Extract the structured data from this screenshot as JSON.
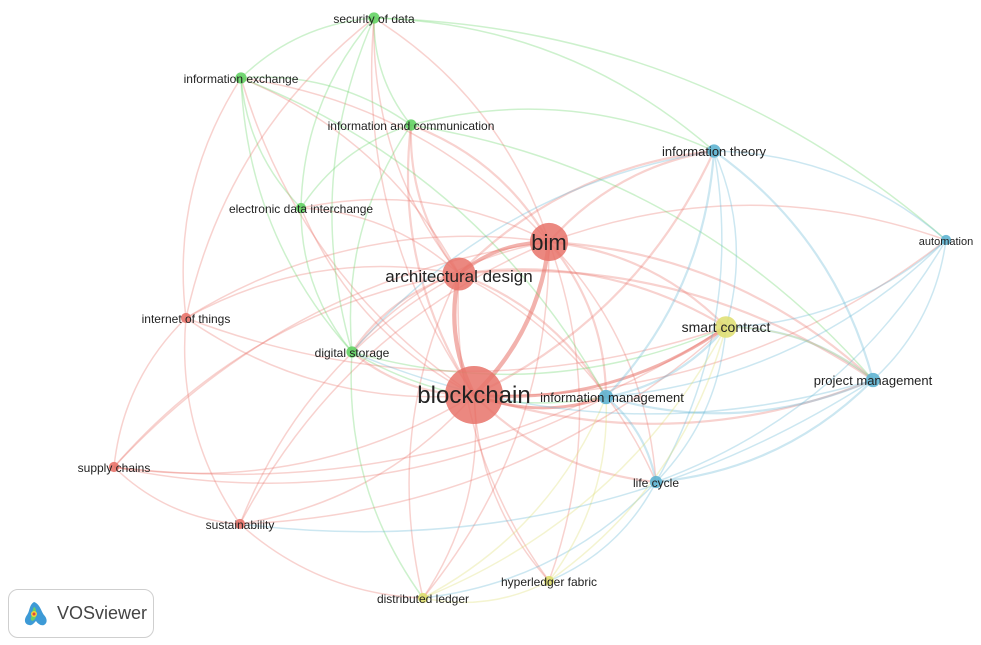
{
  "brand": {
    "name": "VOSviewer",
    "logo_icon": "vosviewer-logo-icon"
  },
  "clusters": {
    "red": "#e8736a",
    "green": "#64d264",
    "blue": "#5fb4d2",
    "yellow": "#dede6e"
  },
  "nodes": [
    {
      "id": "blockchain",
      "label": "blockchain",
      "cluster": "red",
      "weight": 1.0
    },
    {
      "id": "bim",
      "label": "bim",
      "cluster": "red",
      "weight": 0.62
    },
    {
      "id": "architectural-design",
      "label": "architectural design",
      "cluster": "red",
      "weight": 0.52
    },
    {
      "id": "internet-of-things",
      "label": "internet of things",
      "cluster": "red",
      "weight": 0.08
    },
    {
      "id": "supply-chains",
      "label": "supply chains",
      "cluster": "red",
      "weight": 0.08
    },
    {
      "id": "sustainability",
      "label": "sustainability",
      "cluster": "red",
      "weight": 0.08
    },
    {
      "id": "security-of-data",
      "label": "security of data",
      "cluster": "green",
      "weight": 0.1
    },
    {
      "id": "information-exchange",
      "label": "information exchange",
      "cluster": "green",
      "weight": 0.1
    },
    {
      "id": "information-and-communication",
      "label": "information and communication",
      "cluster": "green",
      "weight": 0.1
    },
    {
      "id": "electronic-data-interchange",
      "label": "electronic data interchange",
      "cluster": "green",
      "weight": 0.08
    },
    {
      "id": "digital-storage",
      "label": "digital storage",
      "cluster": "green",
      "weight": 0.1
    },
    {
      "id": "information-theory",
      "label": "information theory",
      "cluster": "blue",
      "weight": 0.14
    },
    {
      "id": "automation",
      "label": "automation",
      "cluster": "blue",
      "weight": 0.08
    },
    {
      "id": "project-management",
      "label": "project management",
      "cluster": "blue",
      "weight": 0.16
    },
    {
      "id": "information-management",
      "label": "information management",
      "cluster": "blue",
      "weight": 0.16
    },
    {
      "id": "life-cycle",
      "label": "life cycle",
      "cluster": "blue",
      "weight": 0.12
    },
    {
      "id": "smart-contract",
      "label": "smart contract",
      "cluster": "yellow",
      "weight": 0.3
    },
    {
      "id": "distributed-ledger",
      "label": "distributed ledger",
      "cluster": "yellow",
      "weight": 0.08
    },
    {
      "id": "hyperledger-fabric",
      "label": "hyperledger fabric",
      "cluster": "yellow",
      "weight": 0.08
    }
  ],
  "links": [
    [
      "blockchain",
      "bim",
      5
    ],
    [
      "blockchain",
      "architectural-design",
      5
    ],
    [
      "bim",
      "architectural-design",
      4
    ],
    [
      "blockchain",
      "smart-contract",
      3
    ],
    [
      "bim",
      "smart-contract",
      2
    ],
    [
      "architectural-design",
      "smart-contract",
      2
    ],
    [
      "blockchain",
      "information-management",
      3
    ],
    [
      "bim",
      "information-management",
      2
    ],
    [
      "architectural-design",
      "information-management",
      2
    ],
    [
      "blockchain",
      "information-theory",
      2
    ],
    [
      "bim",
      "information-theory",
      2
    ],
    [
      "architectural-design",
      "information-theory",
      2
    ],
    [
      "blockchain",
      "project-management",
      2
    ],
    [
      "bim",
      "project-management",
      2
    ],
    [
      "architectural-design",
      "project-management",
      2
    ],
    [
      "blockchain",
      "life-cycle",
      2
    ],
    [
      "bim",
      "life-cycle",
      1
    ],
    [
      "architectural-design",
      "life-cycle",
      1
    ],
    [
      "blockchain",
      "automation",
      1
    ],
    [
      "bim",
      "automation",
      1
    ],
    [
      "blockchain",
      "digital-storage",
      2
    ],
    [
      "bim",
      "digital-storage",
      1
    ],
    [
      "architectural-design",
      "digital-storage",
      2
    ],
    [
      "blockchain",
      "security-of-data",
      1
    ],
    [
      "bim",
      "security-of-data",
      1
    ],
    [
      "architectural-design",
      "security-of-data",
      1
    ],
    [
      "blockchain",
      "information-exchange",
      1
    ],
    [
      "bim",
      "information-exchange",
      1
    ],
    [
      "architectural-design",
      "information-exchange",
      1
    ],
    [
      "blockchain",
      "information-and-communication",
      2
    ],
    [
      "bim",
      "information-and-communication",
      2
    ],
    [
      "architectural-design",
      "information-and-communication",
      2
    ],
    [
      "blockchain",
      "electronic-data-interchange",
      1
    ],
    [
      "bim",
      "electronic-data-interchange",
      1
    ],
    [
      "architectural-design",
      "electronic-data-interchange",
      1
    ],
    [
      "blockchain",
      "internet-of-things",
      1
    ],
    [
      "bim",
      "internet-of-things",
      1
    ],
    [
      "architectural-design",
      "internet-of-things",
      1
    ],
    [
      "blockchain",
      "supply-chains",
      1
    ],
    [
      "bim",
      "supply-chains",
      1
    ],
    [
      "architectural-design",
      "supply-chains",
      1
    ],
    [
      "blockchain",
      "sustainability",
      1
    ],
    [
      "bim",
      "sustainability",
      1
    ],
    [
      "architectural-design",
      "sustainability",
      1
    ],
    [
      "blockchain",
      "distributed-ledger",
      1
    ],
    [
      "bim",
      "distributed-ledger",
      1
    ],
    [
      "architectural-design",
      "distributed-ledger",
      1
    ],
    [
      "blockchain",
      "hyperledger-fabric",
      1
    ],
    [
      "bim",
      "hyperledger-fabric",
      1
    ],
    [
      "architectural-design",
      "hyperledger-fabric",
      1
    ],
    [
      "security-of-data",
      "information-exchange",
      1
    ],
    [
      "security-of-data",
      "information-and-communication",
      1
    ],
    [
      "security-of-data",
      "electronic-data-interchange",
      1
    ],
    [
      "security-of-data",
      "digital-storage",
      1
    ],
    [
      "information-exchange",
      "information-and-communication",
      1
    ],
    [
      "information-exchange",
      "electronic-data-interchange",
      1
    ],
    [
      "information-exchange",
      "digital-storage",
      1
    ],
    [
      "information-and-communication",
      "electronic-data-interchange",
      1
    ],
    [
      "information-and-communication",
      "digital-storage",
      1
    ],
    [
      "electronic-data-interchange",
      "digital-storage",
      1
    ],
    [
      "security-of-data",
      "information-theory",
      1
    ],
    [
      "security-of-data",
      "automation",
      1
    ],
    [
      "information-exchange",
      "information-management",
      1
    ],
    [
      "information-and-communication",
      "information-theory",
      1
    ],
    [
      "information-and-communication",
      "project-management",
      1
    ],
    [
      "digital-storage",
      "smart-contract",
      1
    ],
    [
      "digital-storage",
      "information-management",
      1
    ],
    [
      "digital-storage",
      "distributed-ledger",
      1
    ],
    [
      "internet-of-things",
      "supply-chains",
      1
    ],
    [
      "internet-of-things",
      "sustainability",
      1
    ],
    [
      "internet-of-things",
      "security-of-data",
      1
    ],
    [
      "internet-of-things",
      "smart-contract",
      1
    ],
    [
      "internet-of-things",
      "information-exchange",
      1
    ],
    [
      "supply-chains",
      "sustainability",
      1
    ],
    [
      "supply-chains",
      "smart-contract",
      1
    ],
    [
      "supply-chains",
      "information-management",
      1
    ],
    [
      "sustainability",
      "smart-contract",
      1
    ],
    [
      "sustainability",
      "distributed-ledger",
      1
    ],
    [
      "information-theory",
      "information-management",
      2
    ],
    [
      "information-theory",
      "project-management",
      2
    ],
    [
      "information-theory",
      "automation",
      1
    ],
    [
      "information-theory",
      "life-cycle",
      1
    ],
    [
      "information-theory",
      "smart-contract",
      1
    ],
    [
      "automation",
      "project-management",
      1
    ],
    [
      "automation",
      "information-management",
      1
    ],
    [
      "automation",
      "life-cycle",
      1
    ],
    [
      "automation",
      "smart-contract",
      1
    ],
    [
      "project-management",
      "information-management",
      2
    ],
    [
      "project-management",
      "life-cycle",
      2
    ],
    [
      "project-management",
      "smart-contract",
      2
    ],
    [
      "information-management",
      "life-cycle",
      2
    ],
    [
      "information-management",
      "smart-contract",
      2
    ],
    [
      "life-cycle",
      "smart-contract",
      1
    ],
    [
      "life-cycle",
      "hyperledger-fabric",
      1
    ],
    [
      "life-cycle",
      "distributed-ledger",
      1
    ],
    [
      "smart-contract",
      "distributed-ledger",
      1
    ],
    [
      "smart-contract",
      "hyperledger-fabric",
      1
    ],
    [
      "smart-contract",
      "project-management",
      1
    ],
    [
      "distributed-ledger",
      "hyperledger-fabric",
      1
    ],
    [
      "hyperledger-fabric",
      "information-management",
      1
    ],
    [
      "distributed-ledger",
      "information-management",
      1
    ],
    [
      "project-management",
      "sustainability",
      1
    ],
    [
      "project-management",
      "digital-storage",
      1
    ],
    [
      "information-theory",
      "digital-storage",
      1
    ]
  ]
}
